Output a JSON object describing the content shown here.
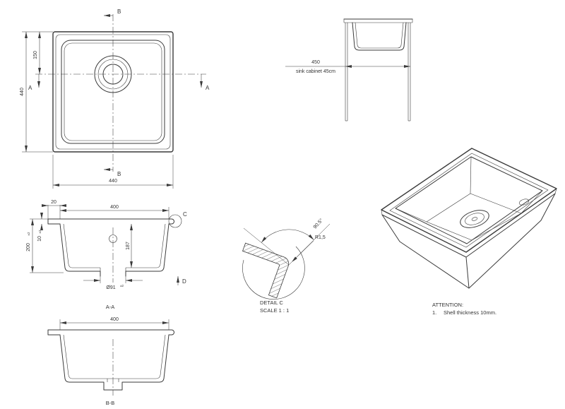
{
  "colors": {
    "line": "#3a3a3a",
    "background": "#ffffff"
  },
  "plan": {
    "dim_width_bottom": "440",
    "dim_height_left": "440",
    "dim_drain_from_top": "150",
    "section_marker_a": "A",
    "section_marker_b": "B"
  },
  "cabinet": {
    "dim_width": "450",
    "caption": "sink cabinet 45cm"
  },
  "section_aa": {
    "dim_edge": "20",
    "dim_inner_width": "400",
    "dim_total_depth": "200",
    "tol_total_depth": "±2",
    "dim_shell": "10",
    "tol_shell": "±2",
    "dim_bowl_depth": "187",
    "dim_drain": "Ø91",
    "tol_drain": "±2",
    "marker_detail": "C",
    "marker_direction": "D",
    "label": "A-A"
  },
  "detail_c": {
    "dim_radius": "R1,5",
    "dim_angle": "90.5°",
    "title": "DETAIL C",
    "scale": "SCALE 1 : 1"
  },
  "section_bb": {
    "dim_inner_width": "400",
    "label": "B-B"
  },
  "attention": {
    "heading": "ATTENTION:",
    "item_number": "1.",
    "item_text": "Shell thickness 10mm."
  }
}
